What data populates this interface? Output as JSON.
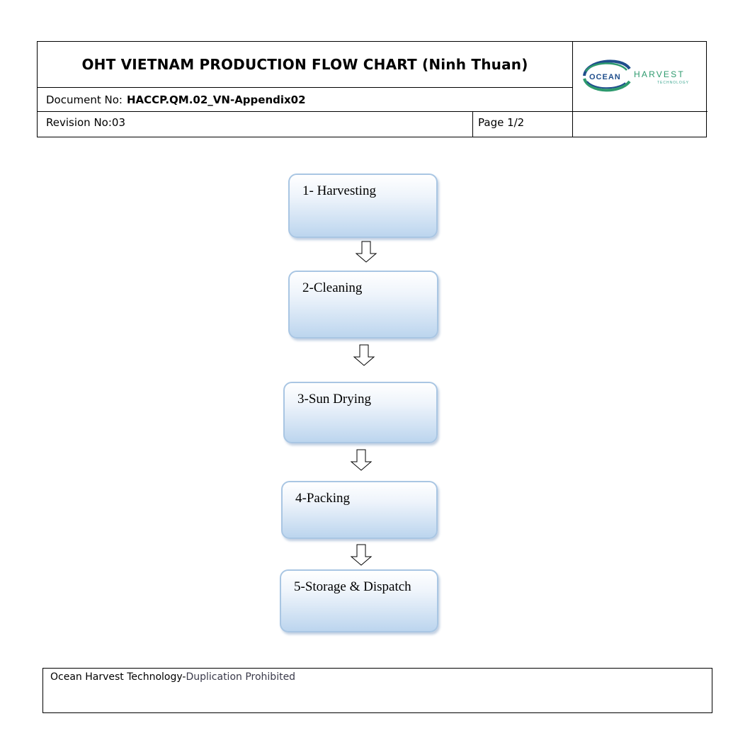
{
  "header": {
    "title": "OHT VIETNAM PRODUCTION FLOW CHART (Ninh Thuan)",
    "document_label": "Document No:",
    "document_value": "HACCP.QM.02_VN-Appendix02",
    "revision": "Revision No:03",
    "page": "Page 1/2",
    "logo": {
      "word1": "OCEAN",
      "word2": "HARVEST",
      "word3": "TECHNOLOGY",
      "colors": {
        "blue": "#1f4e8c",
        "green": "#2e9a6e",
        "teal": "#3aa58f"
      }
    }
  },
  "flow": {
    "steps": [
      {
        "label": "1- Harvesting"
      },
      {
        "label": "2-Cleaning"
      },
      {
        "label": "3-Sun Drying"
      },
      {
        "label": "4-Packing"
      },
      {
        "label": "5-Storage & Dispatch"
      }
    ],
    "box_gradient_colors": [
      "#ffffff",
      "#bcd5ee"
    ],
    "box_border_color": "#a9c6e3"
  },
  "footer": {
    "text_prefix": "Ocean Harvest Technology-",
    "text_suffix": "Duplication Prohibited"
  }
}
